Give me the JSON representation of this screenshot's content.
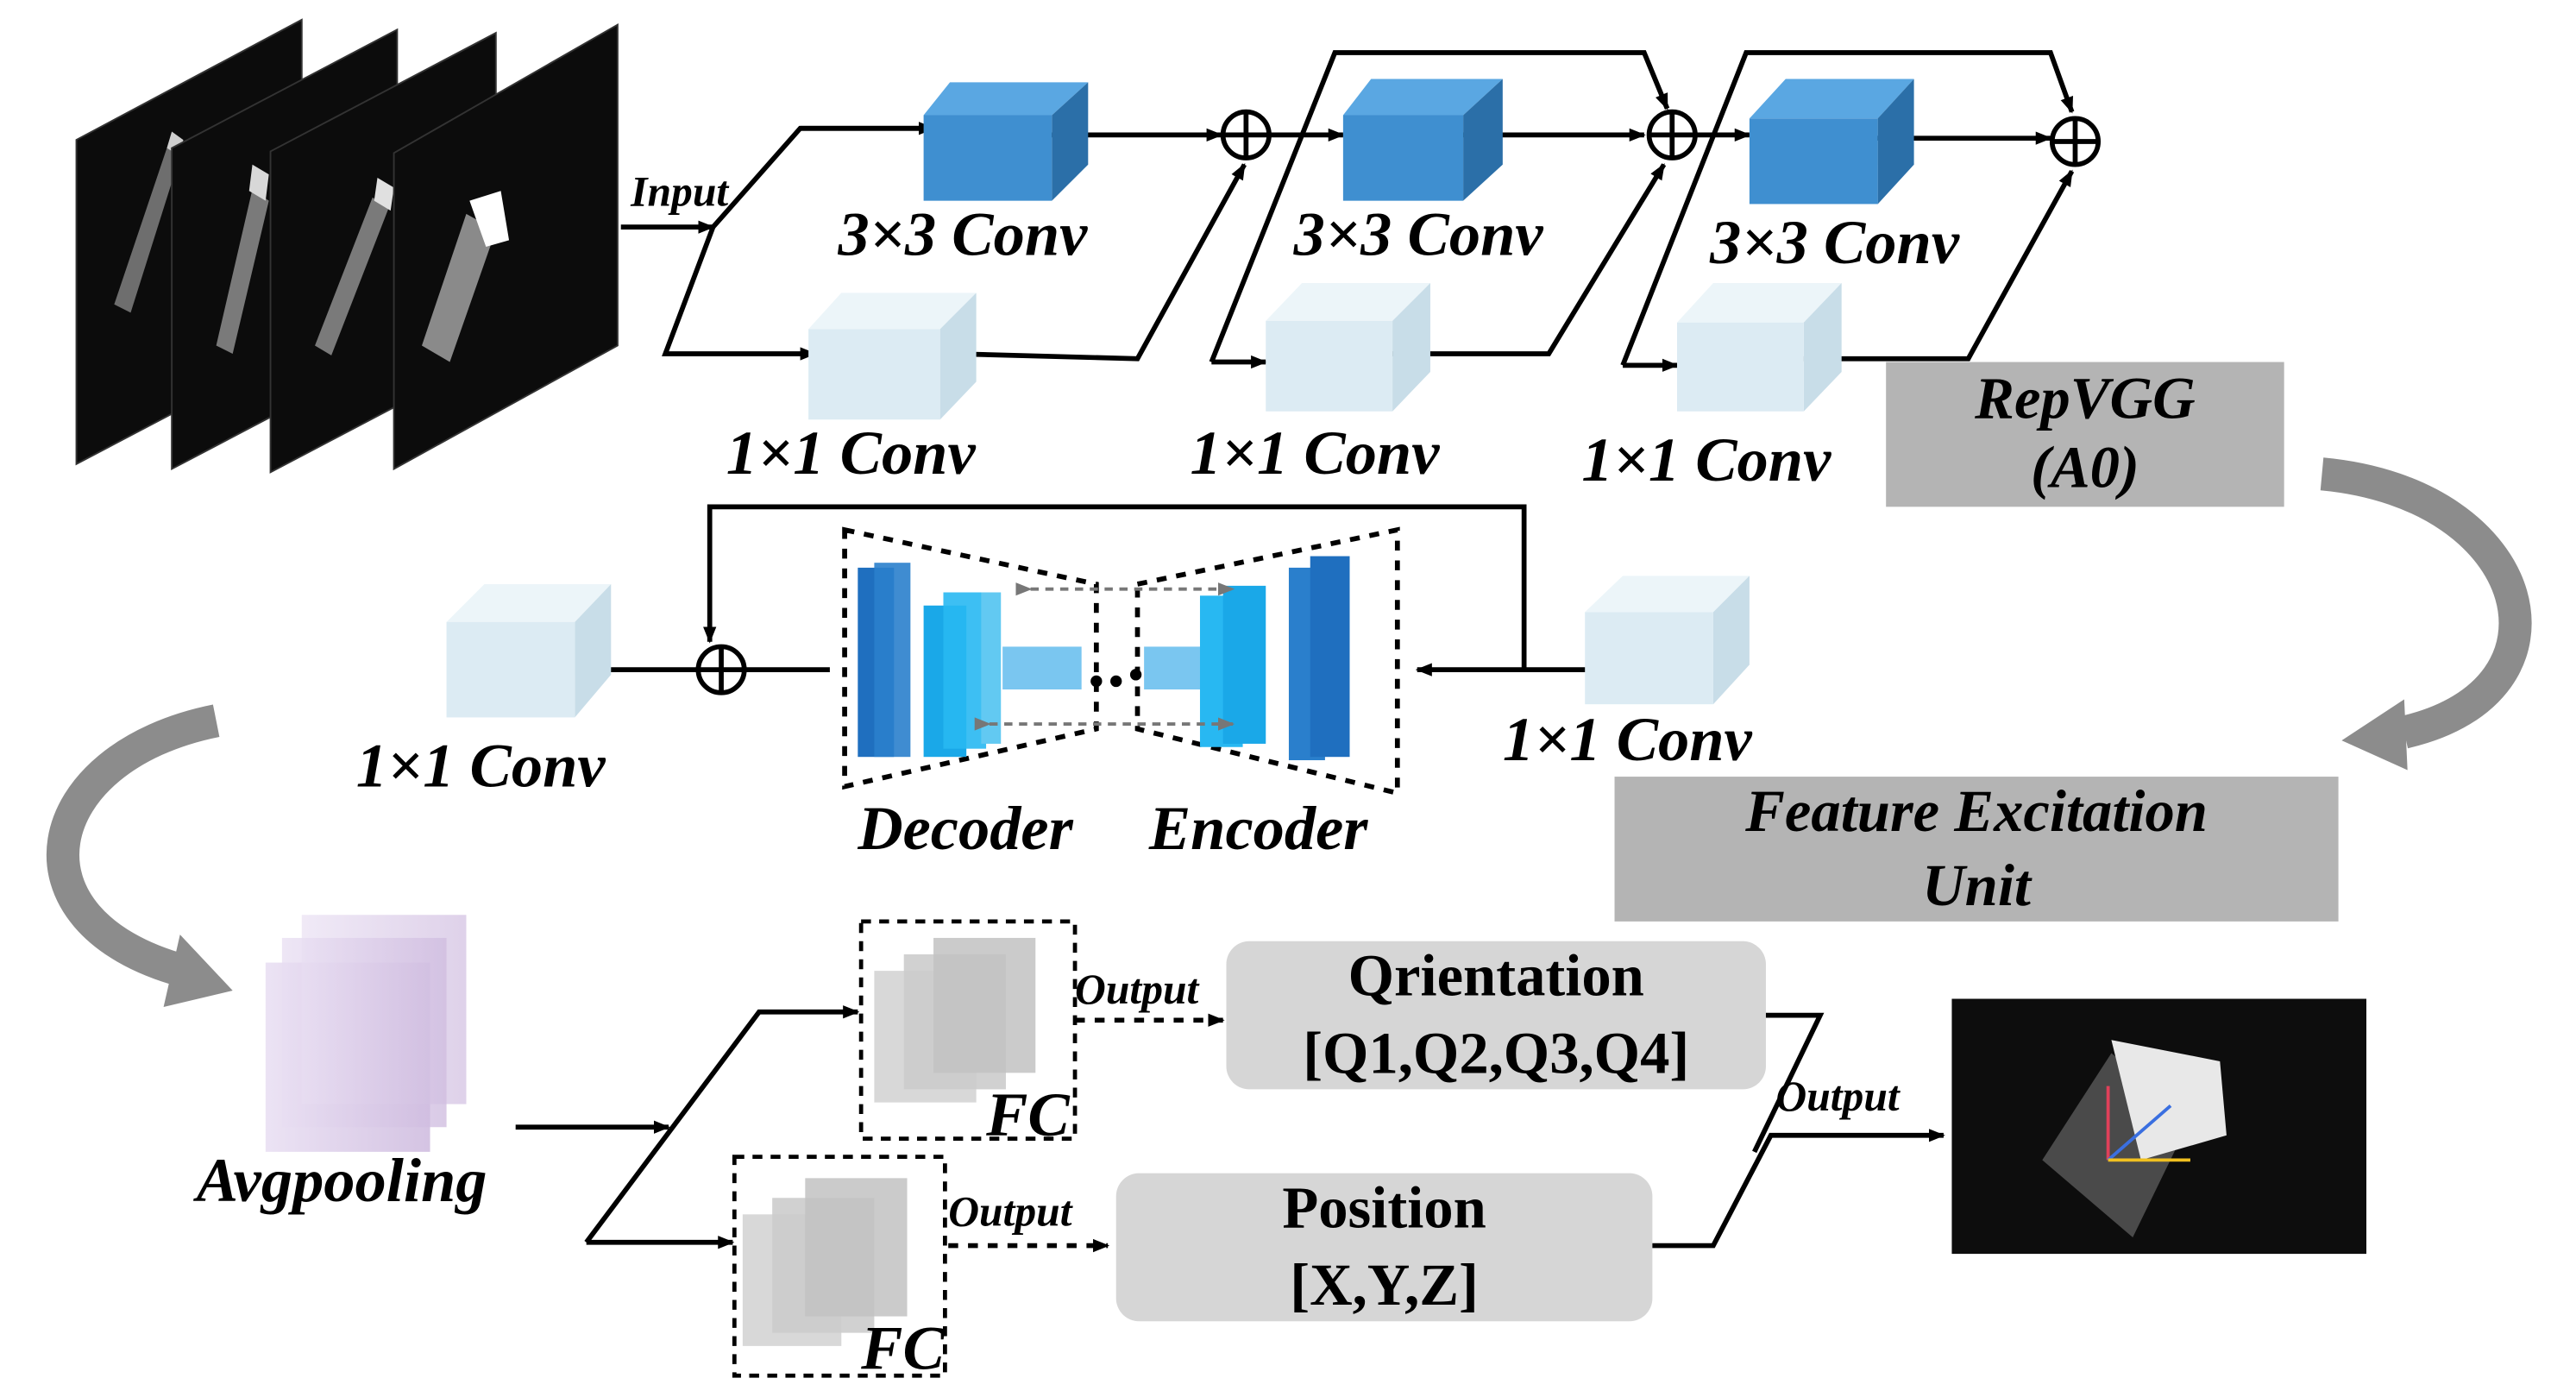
{
  "labels": {
    "input": "Input",
    "conv3x3": "3×3 Conv",
    "conv1x1": "1×1 Conv",
    "repvgg_line1": "RepVGG",
    "repvgg_line2": "(A0)",
    "fe_line1": "Feature Excitation",
    "fe_line2": "Unit",
    "decoder": "Decoder",
    "encoder": "Encoder",
    "avgpooling": "Avgpooling",
    "fc": "FC",
    "output": "Output",
    "orientation_line1": "Qrientation",
    "orientation_line2": "[Q1,Q2,Q3,Q4]",
    "position_line1": "Position",
    "position_line2": "[X,Y,Z]"
  },
  "colors": {
    "conv3x3_front": "#3f8fd0",
    "conv3x3_top": "#5aa7e2",
    "conv3x3_side": "#2b6fa8",
    "conv1x1_front": "#dcebf3",
    "conv1x1_top": "#ecf5f9",
    "conv1x1_side": "#c8dde8",
    "gray_box": "#b4b4b4",
    "round_box": "#d6d6d6",
    "big_arrow": "#8c8c8c",
    "avgpool": "#d8c9e6",
    "fc": "#c9c9c9",
    "enc_dark": "#1f6fbf",
    "enc_mid": "#1aa8e8",
    "enc_light": "#7ac6f0",
    "axis_red": "#e0405a",
    "axis_blue": "#3a6fe0",
    "axis_yellow": "#f0c020"
  },
  "icons": {
    "sum": "circled-plus",
    "sample_frames": "satellite-image-frames",
    "result": "satellite-pose-result"
  }
}
